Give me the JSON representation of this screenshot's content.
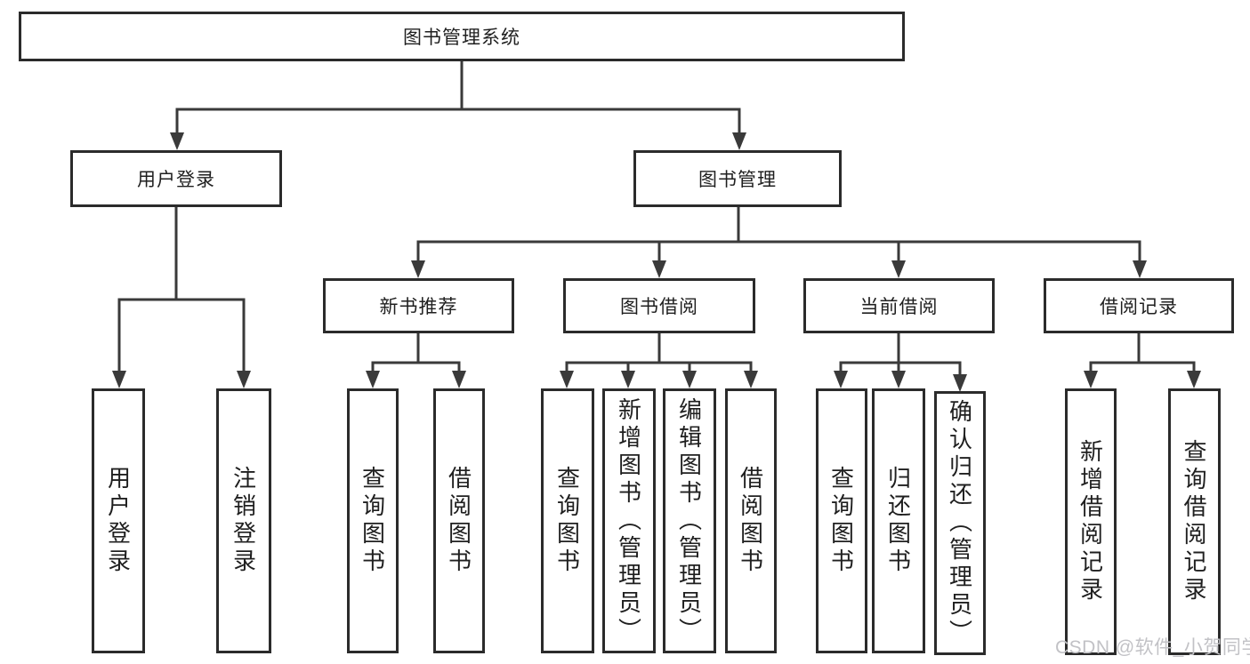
{
  "colors": {
    "line": "#3a3a3a",
    "box_border": "#2b2b2b",
    "text": "#1f1f1f",
    "watermark": "#c2c2c6",
    "background": "#ffffff"
  },
  "watermark": {
    "text": "CSDN @软件_小贺同学"
  },
  "tree": {
    "label": "图书管理系统",
    "children": [
      {
        "label": "用户登录",
        "children": [
          {
            "label": "用户登录"
          },
          {
            "label": "注销登录"
          }
        ]
      },
      {
        "label": "图书管理",
        "children": [
          {
            "label": "新书推荐",
            "children": [
              {
                "label": "查询图书"
              },
              {
                "label": "借阅图书"
              }
            ]
          },
          {
            "label": "图书借阅",
            "children": [
              {
                "label": "查询图书"
              },
              {
                "label": "新增图书（管理员）"
              },
              {
                "label": "编辑图书（管理员）"
              },
              {
                "label": "借阅图书"
              }
            ]
          },
          {
            "label": "当前借阅",
            "children": [
              {
                "label": "查询图书"
              },
              {
                "label": "归还图书"
              },
              {
                "label": "确认归还（管理员）"
              }
            ]
          },
          {
            "label": "借阅记录",
            "children": [
              {
                "label": "新增借阅记录"
              },
              {
                "label": "查询借阅记录"
              }
            ]
          }
        ]
      }
    ]
  }
}
